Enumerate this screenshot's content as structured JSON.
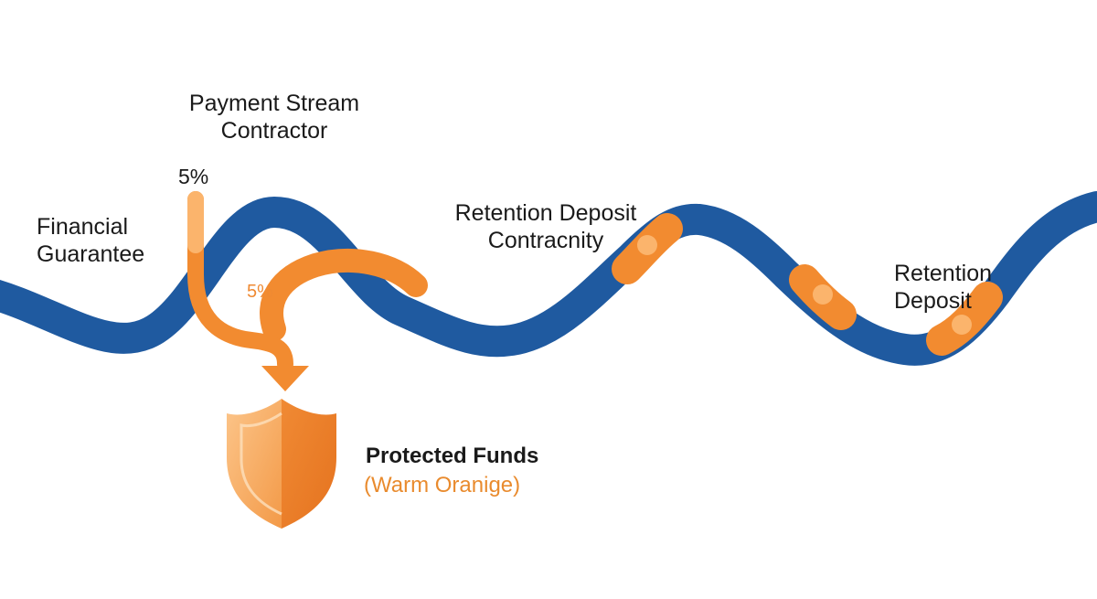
{
  "labels": {
    "payment_stream": [
      "Payment Stream",
      "Contractor"
    ],
    "financial_guarantee": [
      "Financial",
      "Guarantee"
    ],
    "retention_deposit_1": [
      "Retention Deposit",
      "Contracnity"
    ],
    "retention_deposit_2": [
      "Retention",
      "Deposit"
    ],
    "pct_top": "5%",
    "pct_branch": "5%",
    "protected_funds": "Protected Funds",
    "protected_funds_note": "(Warm Oranige)"
  },
  "colors": {
    "wave": "#1f5aa0",
    "orange": "#f28b30",
    "orange_light": "#fbb46c",
    "shield_light": "#f9a65a",
    "shield_dark": "#e8792a",
    "text": "#1a1a1a"
  },
  "icons": {
    "shield": "shield-icon",
    "arrow": "arrow-down-icon"
  }
}
